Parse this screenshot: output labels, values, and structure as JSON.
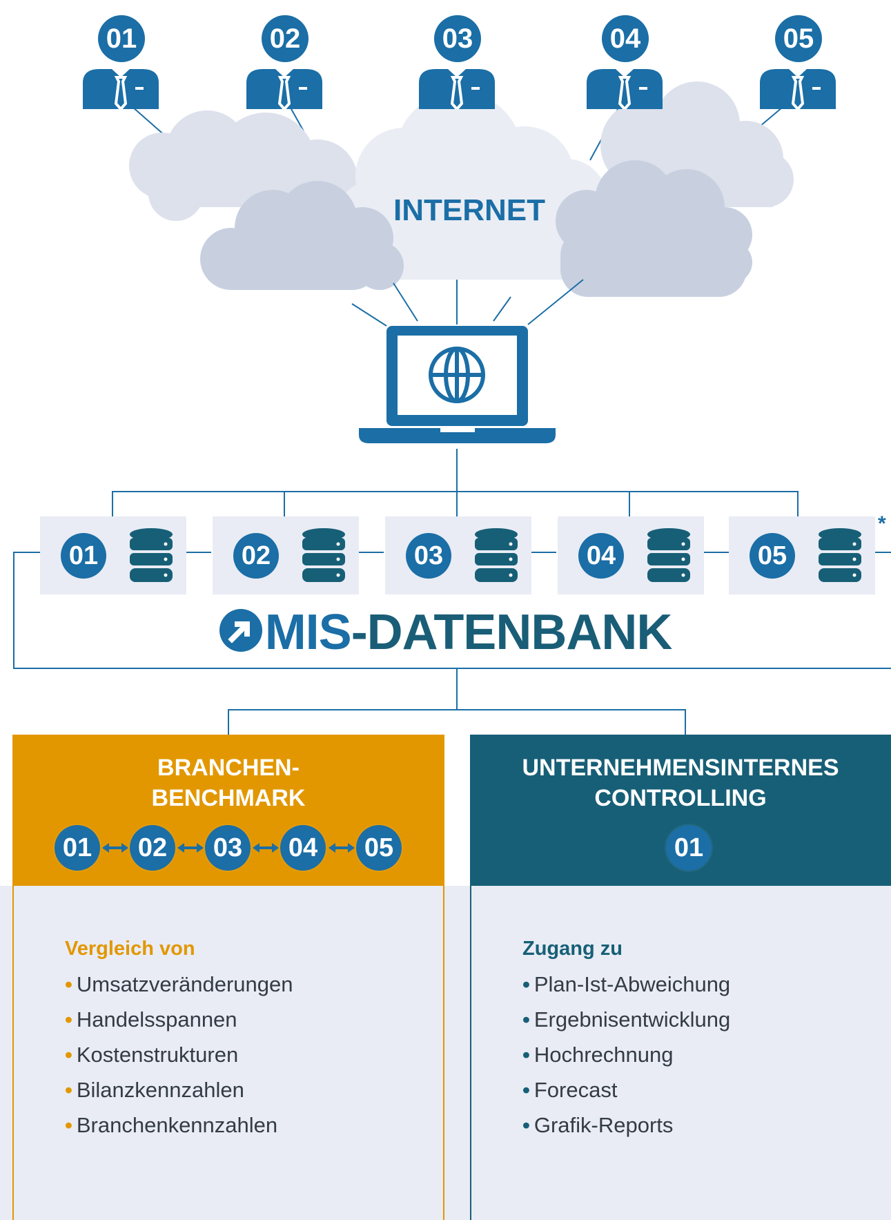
{
  "cloud": {
    "label": "INTERNET"
  },
  "users": [
    {
      "number": "01"
    },
    {
      "number": "02"
    },
    {
      "number": "03"
    },
    {
      "number": "04"
    },
    {
      "number": "05"
    }
  ],
  "databases": [
    {
      "number": "01"
    },
    {
      "number": "02"
    },
    {
      "number": "03"
    },
    {
      "number": "04"
    },
    {
      "number": "05"
    }
  ],
  "footnote_marker": "*",
  "title": {
    "mis": "MIS",
    "rest": "-DATENBANK"
  },
  "benchmark": {
    "heading_line1": "BRANCHEN-",
    "heading_line2": "BENCHMARK",
    "numbers": [
      "01",
      "02",
      "03",
      "04",
      "05"
    ],
    "list_title": "Vergleich von",
    "items": [
      "Umsatzveränderungen",
      "Handelsspannen",
      "Kostenstrukturen",
      "Bilanzkennzahlen",
      "Branchenkennzahlen"
    ]
  },
  "controlling": {
    "heading_line1": "UNTERNEHMENSINTERNES",
    "heading_line2": "CONTROLLING",
    "number": "01",
    "list_title": "Zugang zu",
    "items": [
      "Plan-Ist-Abweichung",
      "Ergebnisentwicklung",
      "Hochrechnung",
      "Forecast",
      "Grafik-Reports"
    ]
  },
  "colors": {
    "blue": "#1b6ea6",
    "dark_teal": "#175f77",
    "orange": "#e29700",
    "panel_bg": "#e9ecf4",
    "cloud": "#d3d9e6"
  }
}
